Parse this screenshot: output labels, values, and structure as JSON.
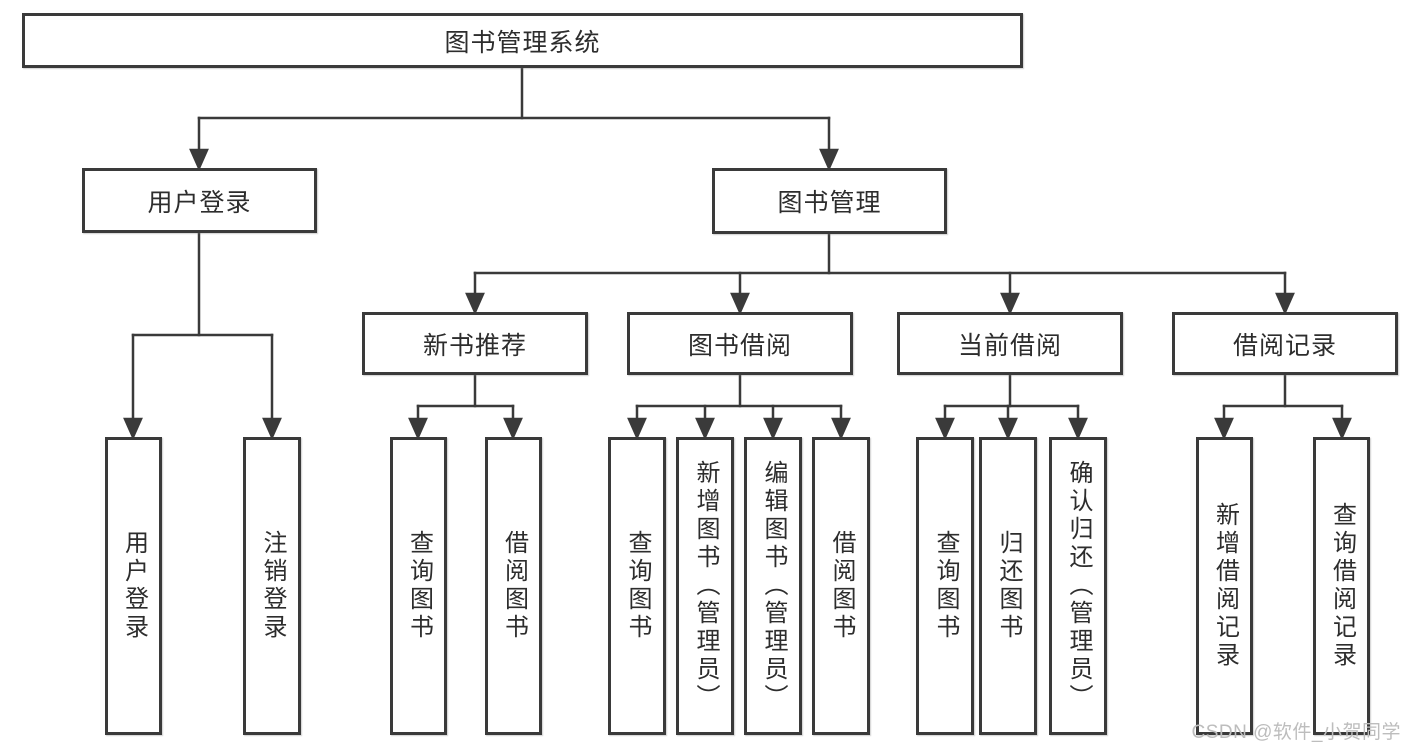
{
  "diagram": {
    "root": {
      "label": "图书管理系统"
    },
    "branches": [
      {
        "label": "用户登录",
        "children": [
          {
            "label": "用户登录"
          },
          {
            "label": "注销登录"
          }
        ]
      },
      {
        "label": "图书管理",
        "children": [
          {
            "label": "新书推荐",
            "children": [
              {
                "label": "查询图书"
              },
              {
                "label": "借阅图书"
              }
            ]
          },
          {
            "label": "图书借阅",
            "children": [
              {
                "label": "查询图书"
              },
              {
                "label": "新增图书（管理员）"
              },
              {
                "label": "编辑图书（管理员）"
              },
              {
                "label": "借阅图书"
              }
            ]
          },
          {
            "label": "当前借阅",
            "children": [
              {
                "label": "查询图书"
              },
              {
                "label": "归还图书"
              },
              {
                "label": "确认归还（管理员）"
              }
            ]
          },
          {
            "label": "借阅记录",
            "children": [
              {
                "label": "新增借阅记录"
              },
              {
                "label": "查询借阅记录"
              }
            ]
          }
        ]
      }
    ]
  },
  "watermark": {
    "text": "CSDN @软件_小贺同学"
  },
  "colors": {
    "line": "#3a3a3a",
    "text": "#2d2d2d",
    "box_background": "#ffffff",
    "watermark": "#bdbdbd"
  }
}
